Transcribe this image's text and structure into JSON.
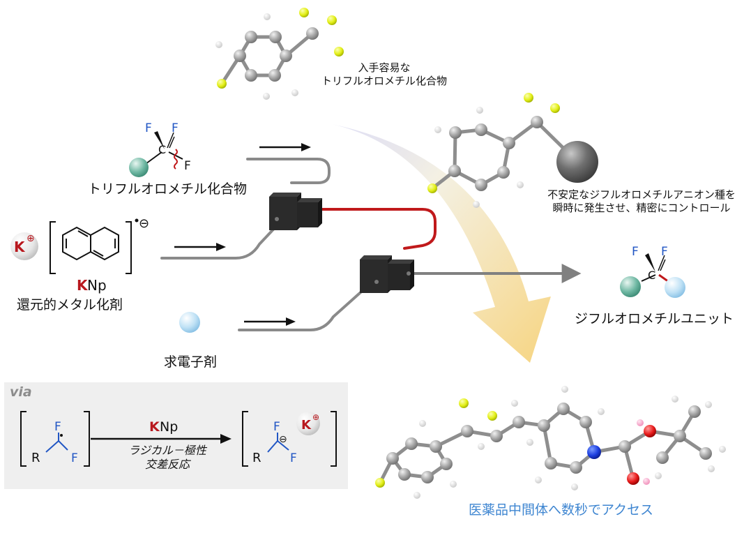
{
  "labels": {
    "trifluoro_easy": [
      "入手容易な",
      "トリフルオロメチル化合物"
    ],
    "trifluoro_compound": "トリフルオロメチル化合物",
    "knp": "KNp",
    "knp_k": "K",
    "knp_np": "Np",
    "reducing_agent": "還元的メタル化剤",
    "electrophile": "求電子剤",
    "unstable_anion": [
      "不安定なジフルオロメチルアニオン種を",
      "瞬時に発生させ、精密にコントロール"
    ],
    "difluoromethyl_unit": "ジフルオロメチルユニット",
    "pharma_access": "医薬品中間体へ数秒でアクセス",
    "via": "via",
    "reaction_reagent": "KNp",
    "reaction_conditions": [
      "ラジカル－極性",
      "交差反応"
    ]
  },
  "atoms": {
    "F": "F",
    "C": "C",
    "R": "R",
    "K": "K"
  },
  "colors": {
    "red": "#b8181e",
    "blue": "#2156c4",
    "flow_gray": "#8a8a8a",
    "flow_red": "#c0191b",
    "mixer": "#2b2b2b",
    "caption_blue": "#3f86d1",
    "fluorine": "#e5f020",
    "carbon": "#9a9a9a",
    "nitrogen": "#1b3fd6",
    "oxygen": "#e01b1b"
  }
}
